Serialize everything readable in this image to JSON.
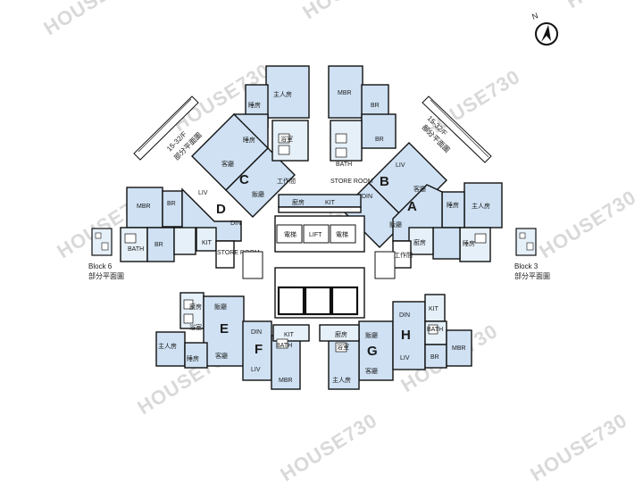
{
  "colors": {
    "room_fill": "#cfe1f3",
    "room_light": "#e6f0f9",
    "wall": "#111111",
    "core": "#ffffff",
    "watermark": "#d9d9d9"
  },
  "compass": {
    "letter": "N",
    "icon": "north-arrow-icon"
  },
  "watermark": {
    "text": "HOUSE730"
  },
  "side_notes": {
    "left_floor": "15-32/F",
    "left_partial": "部分平面圖",
    "right_floor": "15-32/F",
    "right_partial": "部分平面圖",
    "block6": "Block 6",
    "block6_partial": "部分平面圖",
    "block3": "Block 3",
    "block3_partial": "部分平面圖"
  },
  "units": {
    "A": "A",
    "B": "B",
    "C": "C",
    "D": "D",
    "E": "E",
    "F": "F",
    "G": "G",
    "H": "H"
  },
  "core": {
    "lift1": "電梯",
    "lift2": "LIFT",
    "lift3": "電梯",
    "kitchen_c": "廚房",
    "kitchen_b": "KIT",
    "store_c": "工作間",
    "store_b": "STORE ROOM",
    "kitchen_e": "KIT",
    "kitchen_f": "廚房"
  },
  "rooms": {
    "c_master": "主人房",
    "c_bed1": "睡房",
    "c_bed2": "睡房",
    "c_liv": "客廳",
    "c_din": "飯廳",
    "c_bath": "浴室",
    "b_mbr": "MBR",
    "b_br1": "BR",
    "b_br2": "BR",
    "b_liv": "LIV",
    "b_din": "DIN",
    "b_bath": "BATH",
    "d_mbr": "MBR",
    "d_br1": "BR",
    "d_br2": "BR",
    "d_liv": "LIV",
    "d_din": "DIN",
    "d_bath": "BATH",
    "d_kit": "KIT",
    "d_store": "STORE ROOM",
    "a_master": "主人房",
    "a_bed1": "睡房",
    "a_bed2": "睡房",
    "a_liv": "客廳",
    "a_din": "飯廳",
    "a_kit": "廚房",
    "a_store": "工作間",
    "e_master": "主人房",
    "e_bed": "睡房",
    "e_liv": "客廳",
    "e_din": "飯廳",
    "e_kit": "廚房",
    "e_bath": "浴室",
    "f_mbr": "MBR",
    "f_liv": "LIV",
    "f_din": "DIN",
    "f_bath": "BATH",
    "g_master": "主人房",
    "g_liv": "客廳",
    "g_din": "飯廳",
    "g_bath": "浴室",
    "h_mbr": "MBR",
    "h_br": "BR",
    "h_liv": "LIV",
    "h_din": "DIN",
    "h_kit": "KIT",
    "h_bath": "BATH"
  }
}
